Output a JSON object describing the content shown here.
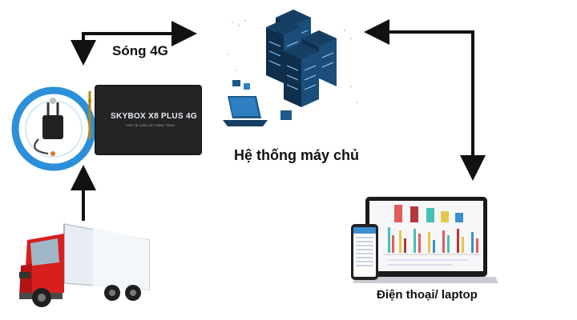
{
  "labels": {
    "signal": "Sóng 4G",
    "server": "Hệ thống máy chủ",
    "device": "Điện thoại/ laptop"
  },
  "device_box": {
    "brand": "SKYBOX X8 PLUS 4G",
    "subtitle": "THIẾT BỊ GIÁM SÁT HÀNH TRÌNH"
  },
  "colors": {
    "arrow": "#111111",
    "truck_cab": "#d91e1e",
    "truck_box": "#eef3f7",
    "server_blue": "#1e5a8c",
    "ring_blue": "#2b8fd9",
    "device_black": "#1a1a1a"
  },
  "icons": {
    "antenna": "antenna-ring-icon",
    "tracker": "gps-tracker-box-icon",
    "server": "server-stack-icon",
    "laptop": "laptop-dashboard-icon",
    "phone": "phone-icon",
    "truck": "truck-icon"
  }
}
